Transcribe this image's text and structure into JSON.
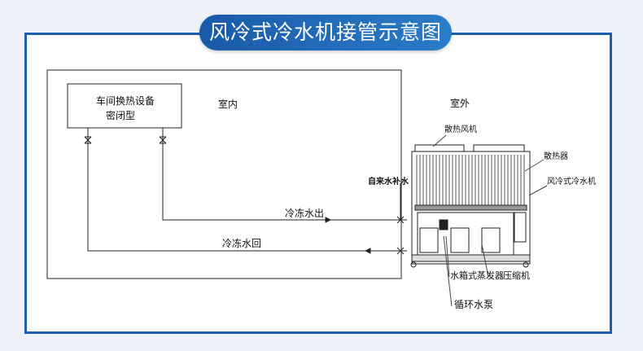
{
  "title": "风冷式冷水机接管示意图",
  "labels": {
    "equipment_line1": "车间换热设备",
    "equipment_line2": "密闭型",
    "indoor": "室内",
    "outdoor": "室外",
    "chilled_water_out": "冷冻水出",
    "chilled_water_return": "冷冻水回",
    "makeup_water": "自来水补水",
    "fan": "散热风机",
    "radiator": "散热器",
    "chiller": "风冷式冷水机",
    "evaporator": "水箱式蒸发器",
    "compressor": "压缩机",
    "pump": "循环水泵"
  }
}
